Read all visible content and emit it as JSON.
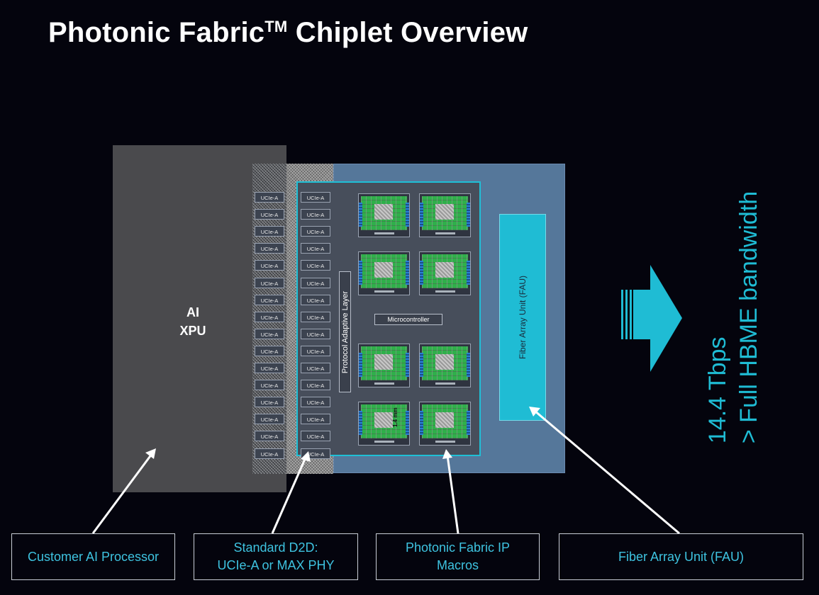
{
  "title": {
    "main": "Photonic Fabric",
    "tm": "TM",
    "rest": " Chiplet Overview"
  },
  "xpu": {
    "line1": "AI",
    "line2": "XPU"
  },
  "ucie_label": "UCIe-A",
  "protocol_layer": "Protocol Adaptive Layer",
  "microcontroller": "Microcontroller",
  "macro_dimension": "1.4 mm",
  "fau_block": "Fiber Array Unit (FAU)",
  "bandwidth": {
    "line1": "14.4 Tbps",
    "line2": "> Full HBME bandwidth"
  },
  "callouts": {
    "customer": "Customer AI Processor",
    "d2d_line1": "Standard D2D:",
    "d2d_line2": "UCIe-A or MAX PHY",
    "ip_line1": "Photonic Fabric IP",
    "ip_line2": "Macros",
    "fau": "Fiber Array Unit (FAU)"
  },
  "colors": {
    "accent": "#1fbcd4",
    "background": "#04040d",
    "chiplet": "#55779a"
  }
}
